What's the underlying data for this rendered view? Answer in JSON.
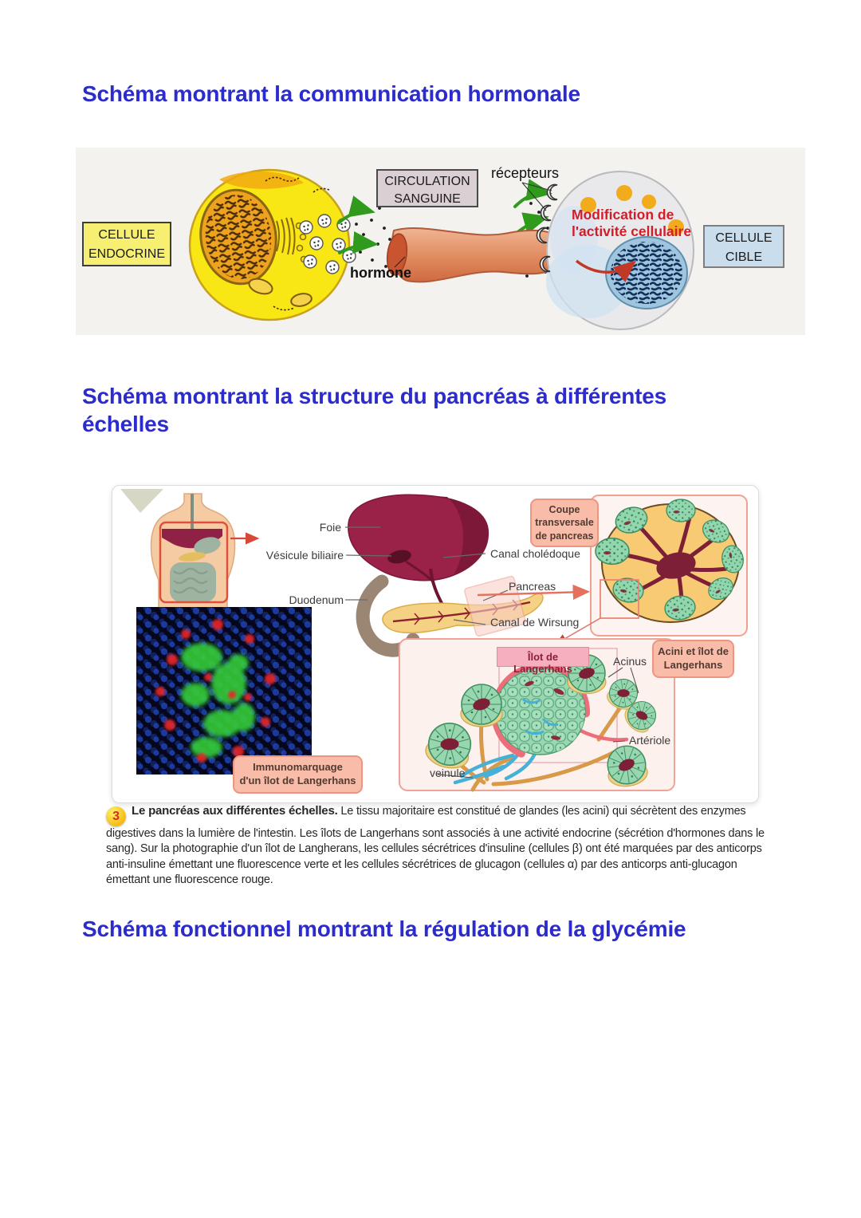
{
  "page": {
    "heading_communication": "Schéma montrant la communication hormonale",
    "heading_pancreas": "Schéma montrant la structure du pancréas à différentes\néchelles",
    "heading_glycemia": "Schéma fonctionnel montrant la régulation de la glycémie"
  },
  "figure_hormonal": {
    "endocrine_cell_box": "CELLULE\nENDOCRINE",
    "circulation_box": "CIRCULATION\nSANGUINE",
    "receptors_label": "récepteurs",
    "hormone_label": "hormone",
    "modification_label": "Modification de\nl'activité cellulaire",
    "target_cell_box": "CELLULE\nCIBLE"
  },
  "figure_pancreas": {
    "foie": "Foie",
    "vesicule_biliaire": "Vésicule biliaire",
    "duodenum": "Duodenum",
    "canal_choledoque": "Canal cholédoque",
    "pancreas": "Pancreas",
    "canal_wirsung": "Canal de Wirsung",
    "coupe_box": "Coupe\ntransversale\nde pancreas",
    "ilot_label": "Îlot de Langerhans",
    "acinus": "Acinus",
    "arteriole": "Artériole",
    "veinule": "veinule",
    "acini_box": "Acini et îlot de\nLangerhans",
    "immuno_box": "Immunomarquage\nd'un îlot de Langerhans"
  },
  "caption": {
    "number": "3",
    "title": "Le pancréas aux différentes échelles.",
    "body": "Le tissu majoritaire est constitué de glandes (les acini) qui sécrètent des enzymes digestives dans la lumière de l'intestin. Les îlots de Langerhans sont associés à une activité endocrine (sécrétion d'hormones dans le sang). Sur la photographie d'un îlot de Langherans, les cellules sécrétrices d'insuline (cellules β) ont été marquées par des anticorps anti-insuline émettant une fluorescence verte et les cellules sécrétrices de glucagon (cellules α) par des anticorps anti-glucagon émettant une fluorescence rouge."
  },
  "colors": {
    "heading_blue": "#2c2cce",
    "modification_red": "#d41c28",
    "salmon_box_bg": "#f8bca9",
    "salmon_box_border": "#ee9581",
    "ilot_label_bg": "#f6afbd",
    "panel_pink_border": "#f0a398"
  }
}
